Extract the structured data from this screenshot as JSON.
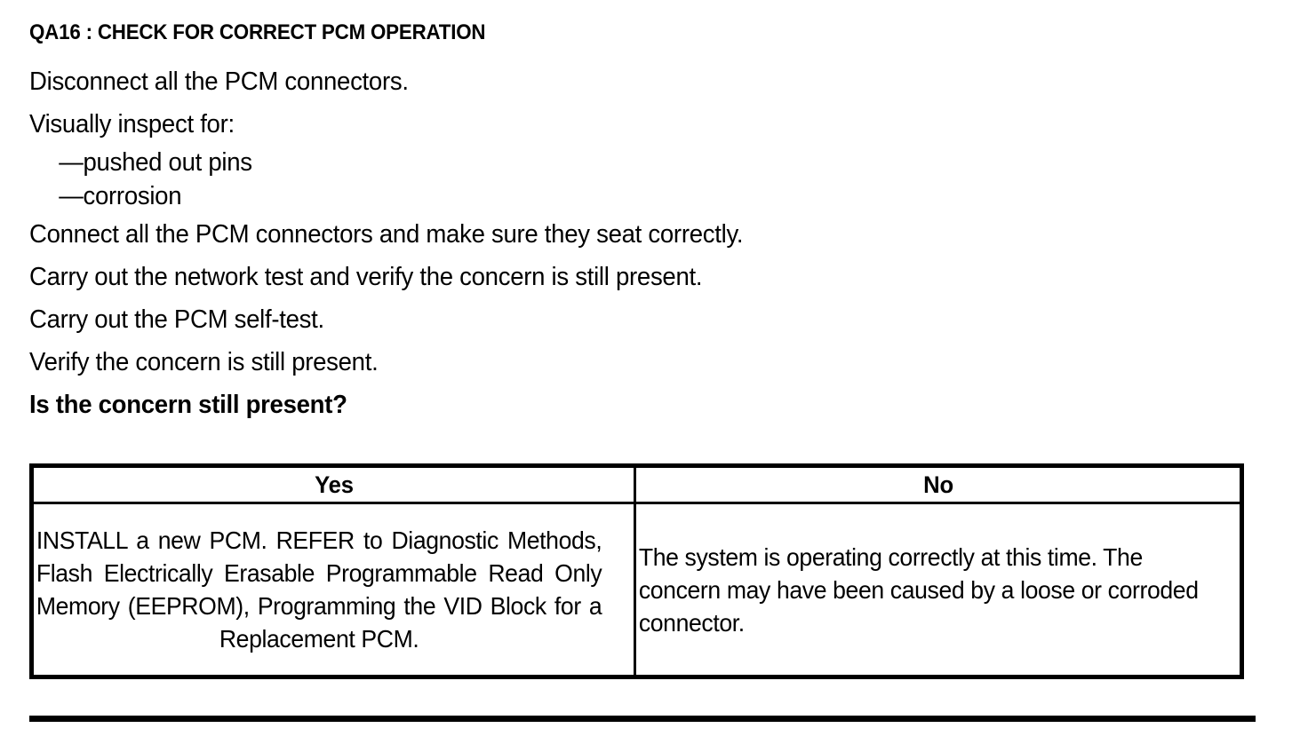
{
  "document": {
    "title": "QA16 : CHECK FOR CORRECT PCM OPERATION",
    "steps": [
      {
        "text": "Disconnect all the PCM connectors.",
        "bold": false
      },
      {
        "text": "Visually inspect for:",
        "bold": false
      }
    ],
    "sub_items": [
      "—pushed out pins",
      "—corrosion"
    ],
    "steps_after": [
      {
        "text": "Connect all the PCM connectors and make sure they seat correctly.",
        "bold": false
      },
      {
        "text": "Carry out the network test and verify the concern is still present.",
        "bold": false
      },
      {
        "text": "Carry out the PCM self-test.",
        "bold": false
      },
      {
        "text": "Verify the concern is still present.",
        "bold": false
      }
    ],
    "question": "Is the concern still present?"
  },
  "decision_table": {
    "headers": {
      "yes": "Yes",
      "no": "No"
    },
    "cells": {
      "yes": "INSTALL a new PCM. REFER to Diagnostic Methods, Flash Electrically Erasable Programmable Read Only Memory (EEPROM), Programming the VID Block for a Replacement PCM.",
      "no": "The system is operating correctly at this time. The concern may have been caused by a loose or corroded connector."
    }
  },
  "colors": {
    "ink": "#000000",
    "paper": "#ffffff"
  }
}
